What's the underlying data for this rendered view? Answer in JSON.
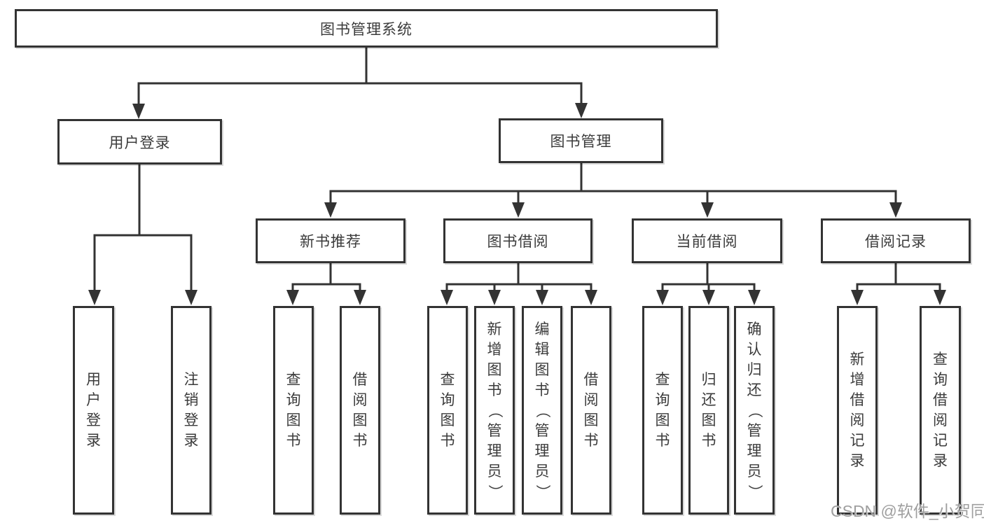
{
  "tree": {
    "root": {
      "label": "图书管理系统"
    },
    "branches": [
      {
        "label": "用户登录",
        "children": [
          {
            "label": "用户登录"
          },
          {
            "label": "注销登录"
          }
        ]
      },
      {
        "label": "图书管理",
        "children": [
          {
            "label": "新书推荐",
            "children": [
              {
                "label": "查询图书"
              },
              {
                "label": "借阅图书"
              }
            ]
          },
          {
            "label": "图书借阅",
            "children": [
              {
                "label": "查询图书"
              },
              {
                "label": "新增图书（管理员）"
              },
              {
                "label": "编辑图书（管理员）"
              },
              {
                "label": "借阅图书"
              }
            ]
          },
          {
            "label": "当前借阅",
            "children": [
              {
                "label": "查询图书"
              },
              {
                "label": "归还图书"
              },
              {
                "label": "确认归还（管理员）"
              }
            ]
          },
          {
            "label": "借阅记录",
            "children": [
              {
                "label": "新增借阅记录"
              },
              {
                "label": "查询借阅记录"
              }
            ]
          }
        ]
      }
    ]
  },
  "watermark": "CSDN @软件_小贺同学",
  "colors": {
    "line": "#333333",
    "box_border": "#333333",
    "box_fill": "#ffffff",
    "text": "#3b3b3b",
    "watermark": "#9f9f9f"
  }
}
